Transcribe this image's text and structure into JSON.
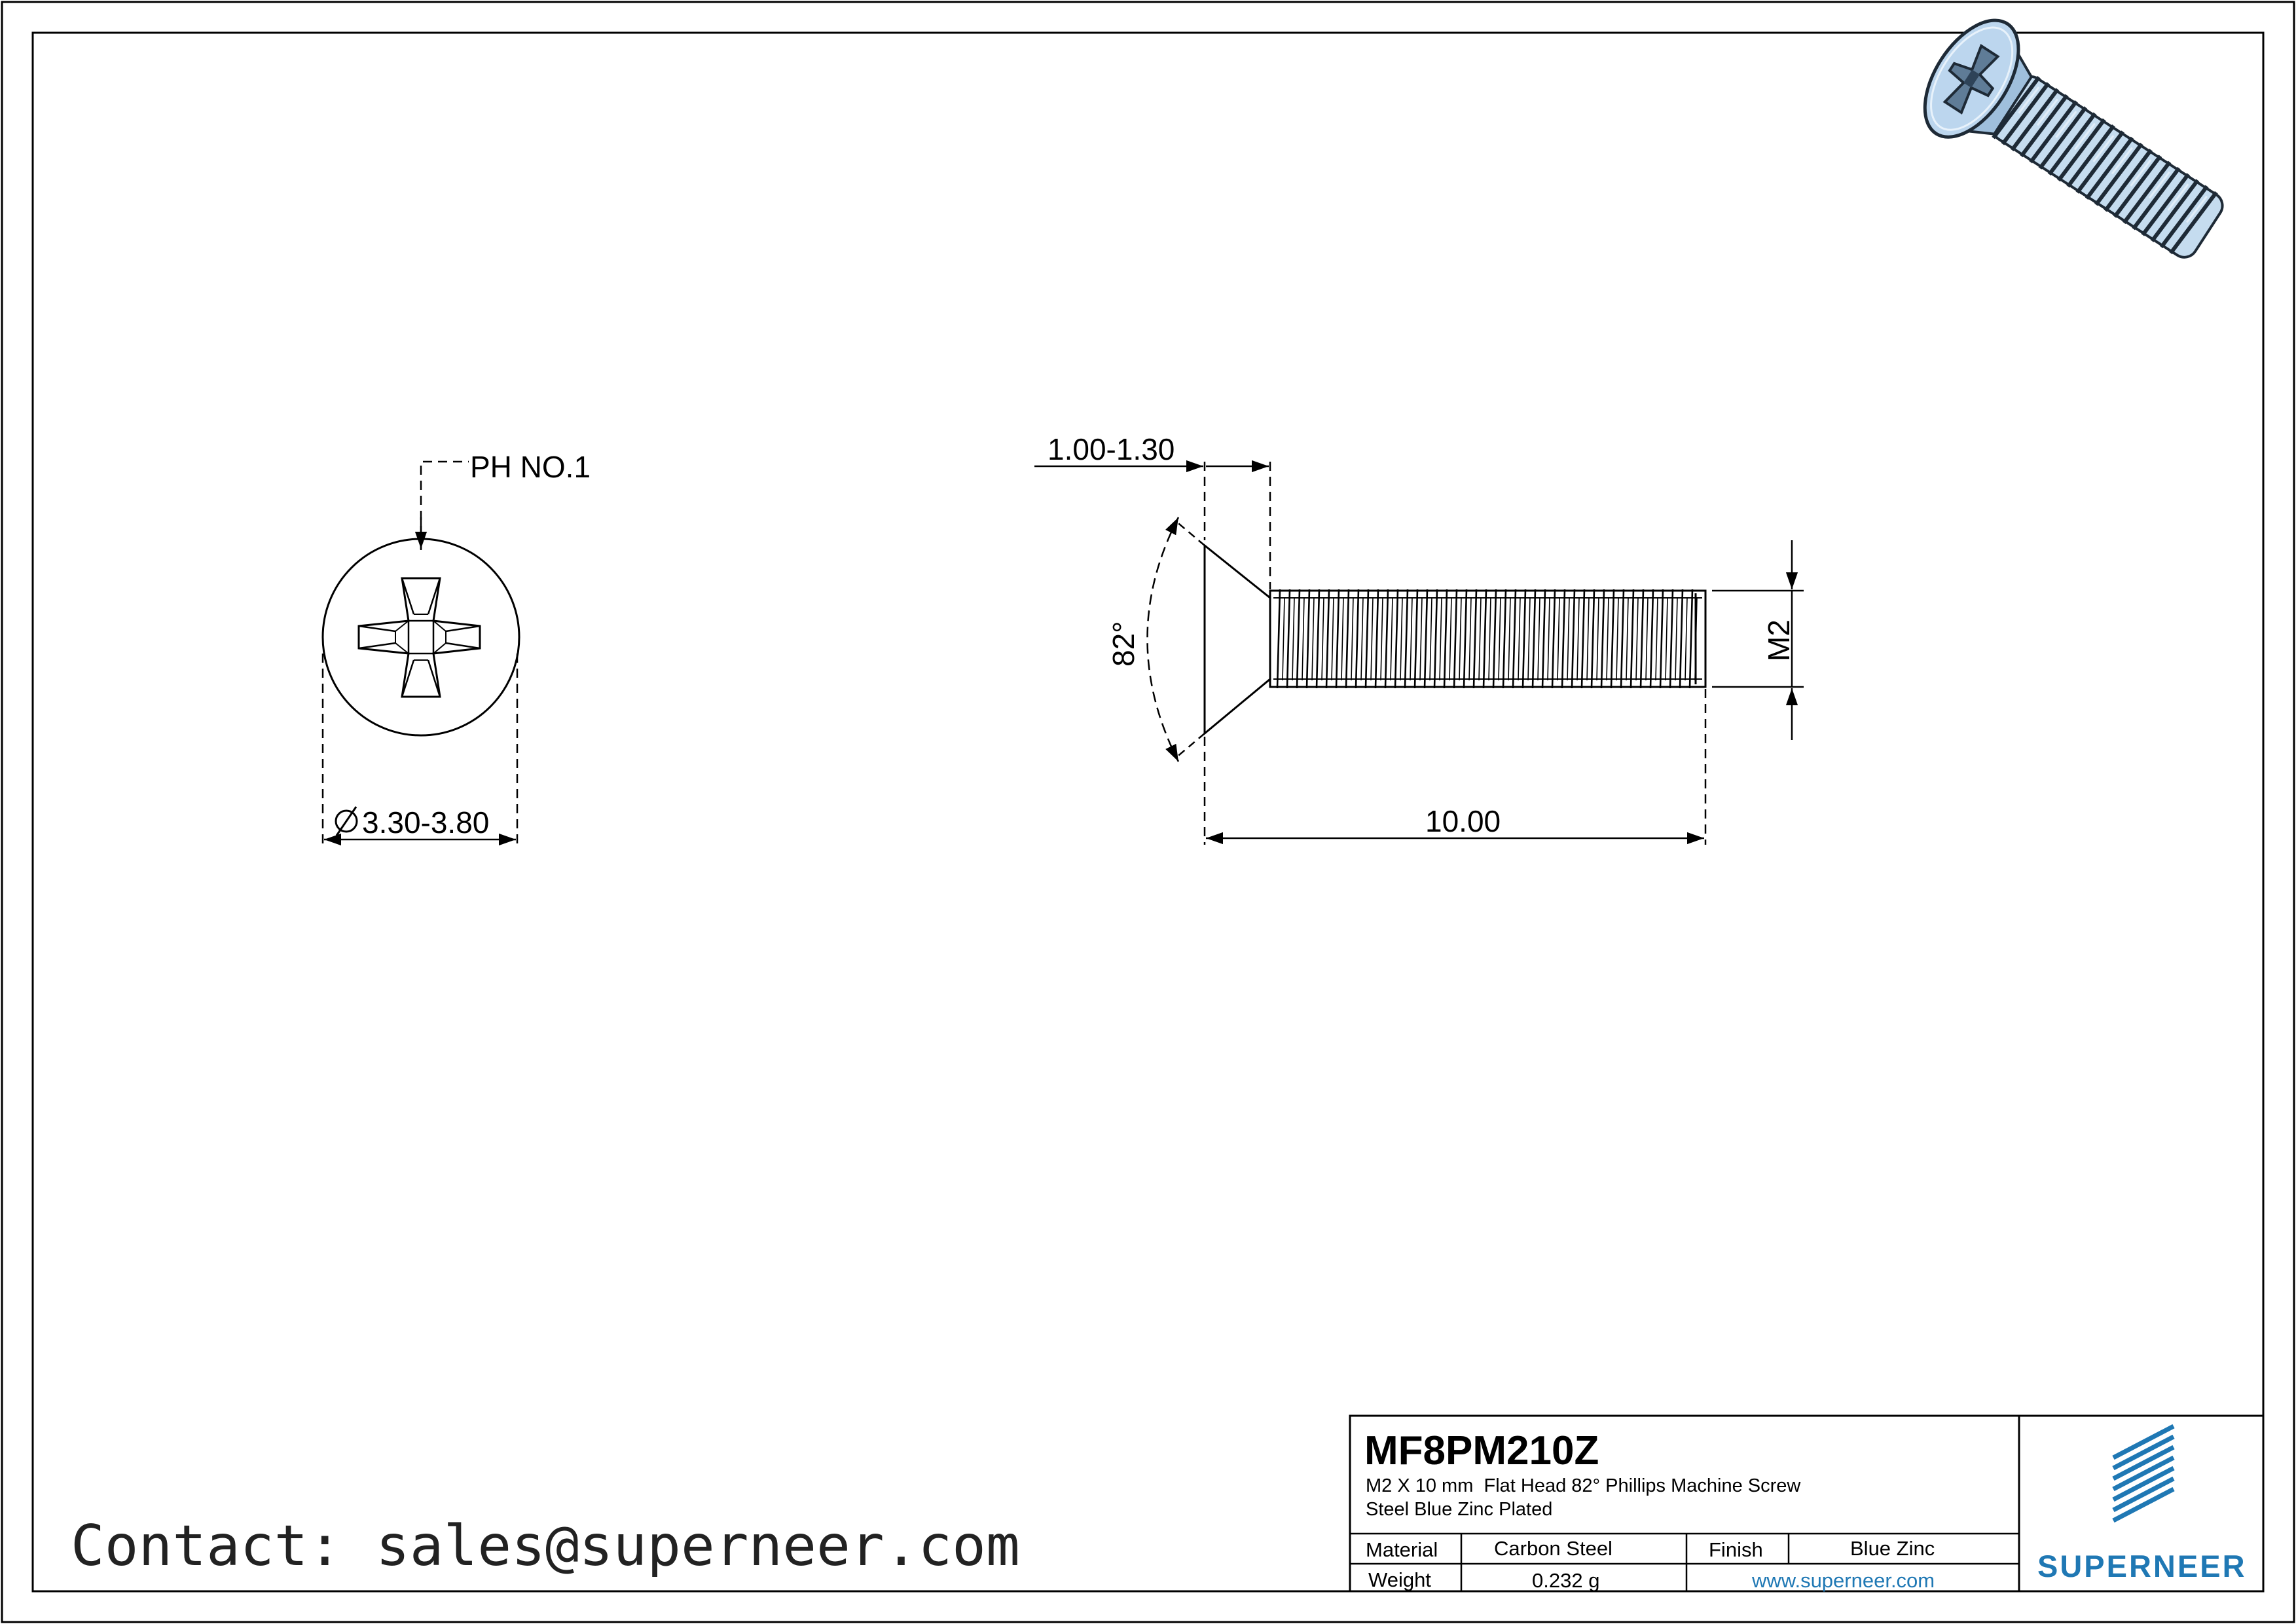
{
  "drawing": {
    "callouts": {
      "drive_type": "PH NO.1",
      "head_diameter": "3.30-3.80",
      "head_height": "1.00-1.30",
      "countersink_angle": "82°",
      "thread_size": "M2",
      "length": "10.00"
    },
    "symbols": {
      "diameter": "diameter-symbol-icon"
    }
  },
  "title_block": {
    "part_number": "MF8PM210Z",
    "description_line1": "M2 X 10 mm  Flat Head 82° Phillips Machine Screw",
    "description_line2": "Steel Blue Zinc Plated",
    "material_label": "Material",
    "material_value": "Carbon Steel",
    "finish_label": "Finish",
    "finish_value": "Blue Zinc",
    "weight_label": "Weight",
    "weight_value": "0.232 g",
    "website": "www.superneer.com",
    "brand": "SUPERNEER",
    "logo_icon": "superneer-stripes-logo-icon"
  },
  "contact": {
    "text": "Contact: sales@superneer.com"
  },
  "colors": {
    "screw_blue": "#bcd6ee",
    "brand_blue": "#1f78b4"
  }
}
